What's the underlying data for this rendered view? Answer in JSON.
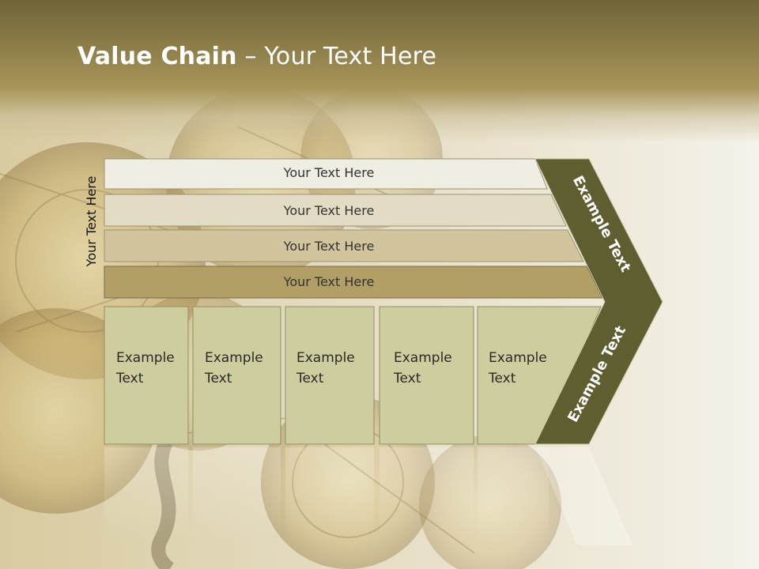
{
  "title": {
    "bold": "Value Chain",
    "rest": " – Your Text Here"
  },
  "side_label": "Your Text Here",
  "rows": [
    {
      "label": "Your Text Here",
      "color": "#f0ede2"
    },
    {
      "label": "Your Text Here",
      "color": "#e3dcc4"
    },
    {
      "label": "Your Text Here",
      "color": "#d2c49c"
    },
    {
      "label": "Your Text Here",
      "color": "#b29f66"
    }
  ],
  "boxes": [
    {
      "line1": "Example",
      "line2": "Text"
    },
    {
      "line1": "Example",
      "line2": "Text"
    },
    {
      "line1": "Example",
      "line2": "Text"
    },
    {
      "line1": "Example",
      "line2": "Text"
    },
    {
      "line1": "Example",
      "line2": "Text"
    }
  ],
  "chevron": {
    "upper_label": "Example Text",
    "lower_label": "Example Text",
    "color": "#5e5e30"
  },
  "colors": {
    "box_fill": "#cdcd9e",
    "box_stroke": "#8f8f6a"
  }
}
